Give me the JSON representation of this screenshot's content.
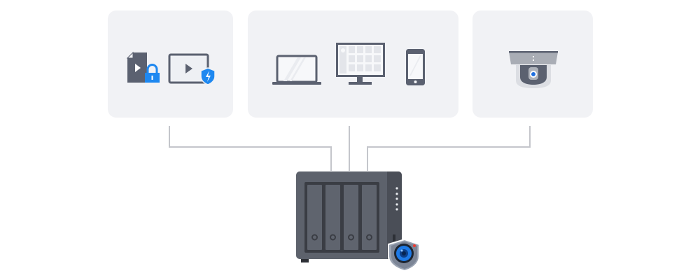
{
  "colors": {
    "panel_bg": "#f1f2f5",
    "icon_dark": "#5b6170",
    "icon_light": "#eef0f4",
    "accent_blue": "#1e88f0",
    "connector": "#c4c6cb",
    "nas_body": "#5d626c",
    "nas_dark": "#3a3d44"
  },
  "panels": [
    {
      "name": "media-panel",
      "icons": [
        "video-file-lock-icon",
        "video-player-shield-icon"
      ]
    },
    {
      "name": "devices-panel",
      "icons": [
        "laptop-icon",
        "monitor-icon",
        "smartphone-icon"
      ]
    },
    {
      "name": "camera-panel",
      "icons": [
        "dome-camera-icon"
      ]
    }
  ],
  "nas": {
    "name": "nas-server",
    "bays": 4,
    "badge": "surveillance-shield-icon"
  }
}
